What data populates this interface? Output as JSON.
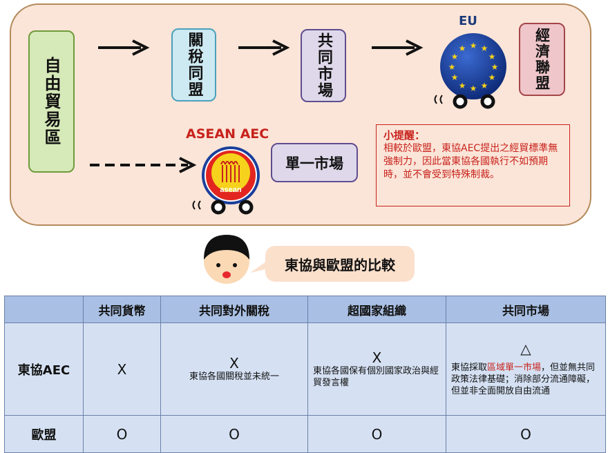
{
  "diagram": {
    "free_trade_area": "自由貿易區",
    "customs_union": "關稅同盟",
    "common_market": "共同市場",
    "economic_union": "經濟聯盟",
    "eu_label": "EU",
    "asean_label": "ASEAN AEC",
    "single_market": "單一市場",
    "asean_logo_text": "asean",
    "reminder": {
      "title": "小提醒：",
      "body": "相較於歐盟，東協AEC提出之經貿標準無強制力，因此當東協各國執行不如預期時，並不會受到特殊制裁。"
    }
  },
  "bubble": {
    "text": "東協與歐盟的比較"
  },
  "table": {
    "headers": [
      "",
      "共同貨幣",
      "共同對外關稅",
      "超國家組織",
      "共同市場"
    ],
    "asean_row": {
      "label": "東協AEC",
      "currency": "X",
      "tariff_mark": "X",
      "tariff_note": "東協各國關稅並未統一",
      "supranational_mark": "X",
      "supranational_note": "東協各國保有個別國家政治與經貿發言權",
      "market_mark": "△",
      "market_note_pre": "東協採取",
      "market_note_highlight": "區域單一市場",
      "market_note_post": "，但並無共同政策法律基礎；消除部分流通障礙，但並非全面開放自由流通"
    },
    "eu_row": {
      "label": "歐盟",
      "currency": "O",
      "tariff": "O",
      "supranational": "O",
      "market": "O"
    }
  },
  "colors": {
    "panel_bg": "#fbe5d8",
    "highlight_red": "#c8221c",
    "table_header": "#a9bfe3",
    "table_cell": "#d5e1f3"
  }
}
